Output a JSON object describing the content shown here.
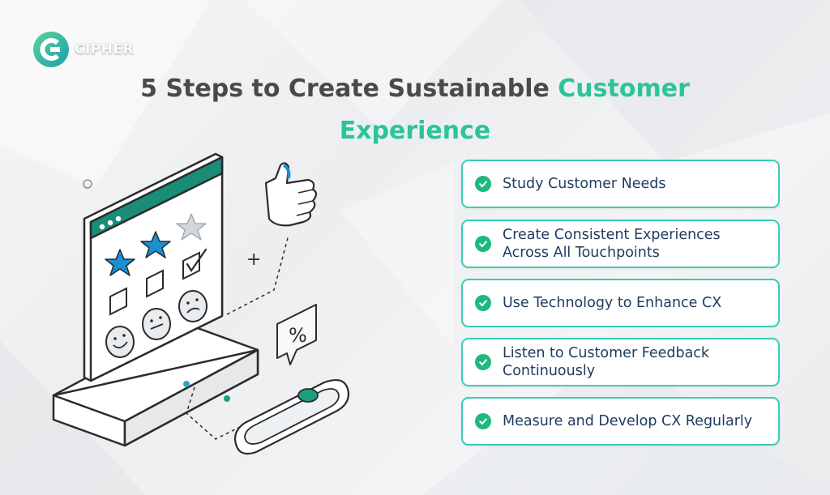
{
  "brand": {
    "name": "CIPHER",
    "accent": "#2cc49a",
    "logo_icon": "cipher-logo-icon"
  },
  "title": {
    "part1": "5 Steps to Create Sustainable ",
    "part2": "Customer",
    "part3": "Experience"
  },
  "colors": {
    "heading": "#4a4a4a",
    "accent": "#2cc49a",
    "border": "#38cdb6",
    "check": "#1fb97f",
    "step_text": "#1f3a5f",
    "star_blue": "#1a8fd1",
    "screen_header": "#1a8c78"
  },
  "steps": [
    {
      "label": "Study Customer Needs",
      "icon": "check-circle-icon"
    },
    {
      "label": "Create Consistent Experiences Across All Touchpoints",
      "icon": "check-circle-icon"
    },
    {
      "label": "Use Technology to Enhance CX",
      "icon": "check-circle-icon"
    },
    {
      "label": "Listen to Customer Feedback Continuously",
      "icon": "check-circle-icon"
    },
    {
      "label": "Measure and Develop CX Regularly",
      "icon": "check-circle-icon"
    }
  ],
  "illustration": {
    "percent_symbol": "%",
    "plus_symbol": "+",
    "icons": [
      "star-icon",
      "thumbs-up-icon",
      "smiley-face-icon",
      "neutral-face-icon",
      "sad-face-icon",
      "percent-bubble-icon",
      "slider-icon",
      "checkbox-icon"
    ]
  }
}
